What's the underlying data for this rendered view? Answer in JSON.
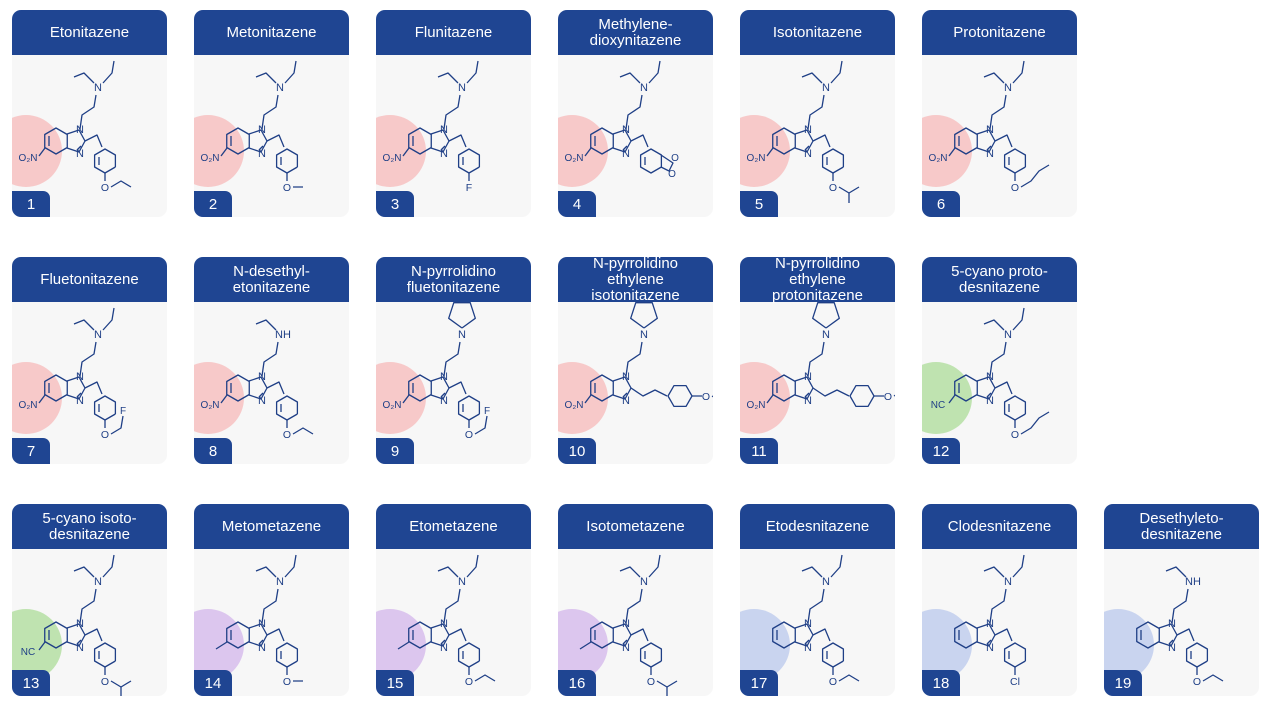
{
  "colors": {
    "header_bg": "#1f4592",
    "card_bg": "#f7f7f7",
    "highlight_nitro": "#f7c9c9",
    "highlight_cyano": "#bfe3b0",
    "highlight_methyl": "#dcc6ee",
    "highlight_none": "#c9d4ef",
    "bond": "#1f3f86"
  },
  "cards": [
    {
      "number": "1",
      "name": [
        "Etonitazene"
      ],
      "substituent": "O₂N",
      "highlight": "nitro",
      "amine": "diethyl",
      "linker": "CH2",
      "para": "OEt"
    },
    {
      "number": "2",
      "name": [
        "Metonitazene"
      ],
      "substituent": "O₂N",
      "highlight": "nitro",
      "amine": "diethyl",
      "linker": "CH2",
      "para": "OMe"
    },
    {
      "number": "3",
      "name": [
        "Flunitazene"
      ],
      "substituent": "O₂N",
      "highlight": "nitro",
      "amine": "diethyl",
      "linker": "CH2",
      "para": "F"
    },
    {
      "number": "4",
      "name": [
        "Methylene-",
        "dioxynitazene"
      ],
      "substituent": "O₂N",
      "highlight": "nitro",
      "amine": "diethyl",
      "linker": "CH2",
      "para": "methylenedioxy"
    },
    {
      "number": "5",
      "name": [
        "Isotonitazene"
      ],
      "substituent": "O₂N",
      "highlight": "nitro",
      "amine": "diethyl",
      "linker": "CH2",
      "para": "OiPr"
    },
    {
      "number": "6",
      "name": [
        "Protonitazene"
      ],
      "substituent": "O₂N",
      "highlight": "nitro",
      "amine": "diethyl",
      "linker": "CH2",
      "para": "OPr"
    },
    {
      "number": "7",
      "name": [
        "Fluetonitazene"
      ],
      "substituent": "O₂N",
      "highlight": "nitro",
      "amine": "diethyl",
      "linker": "CH2",
      "para": "OCH2CH2F"
    },
    {
      "number": "8",
      "name": [
        "N-desethyl-",
        "etonitazene"
      ],
      "substituent": "O₂N",
      "highlight": "nitro",
      "amine": "ethylamino",
      "linker": "CH2",
      "para": "OEt"
    },
    {
      "number": "9",
      "name": [
        "N-pyrrolidino",
        "fluetonitazene"
      ],
      "substituent": "O₂N",
      "highlight": "nitro",
      "amine": "pyrrolidine",
      "linker": "CH2",
      "para": "OCH2CH2F"
    },
    {
      "number": "10",
      "name": [
        "N-pyrrolidino ethylene",
        "isotonitazene"
      ],
      "substituent": "O₂N",
      "highlight": "nitro",
      "amine": "pyrrolidine",
      "linker": "CH2CH2",
      "para": "OiPr"
    },
    {
      "number": "11",
      "name": [
        "N-pyrrolidino ethylene",
        "protonitazene"
      ],
      "substituent": "O₂N",
      "highlight": "nitro",
      "amine": "pyrrolidine",
      "linker": "CH2CH2",
      "para": "OPr"
    },
    {
      "number": "12",
      "name": [
        "5-cyano proto-",
        "desnitazene"
      ],
      "substituent": "NC",
      "highlight": "cyano",
      "amine": "diethyl",
      "linker": "CH2",
      "para": "OPr"
    },
    {
      "number": "13",
      "name": [
        "5-cyano isoto-",
        "desnitazene"
      ],
      "substituent": "NC",
      "highlight": "cyano",
      "amine": "diethyl",
      "linker": "CH2",
      "para": "OiPr"
    },
    {
      "number": "14",
      "name": [
        "Metometazene"
      ],
      "substituent": "",
      "highlight": "methyl",
      "amine": "diethyl",
      "linker": "CH2",
      "para": "OMe"
    },
    {
      "number": "15",
      "name": [
        "Etometazene"
      ],
      "substituent": "",
      "highlight": "methyl",
      "amine": "diethyl",
      "linker": "CH2",
      "para": "OEt"
    },
    {
      "number": "16",
      "name": [
        "Isotometazene"
      ],
      "substituent": "",
      "highlight": "methyl",
      "amine": "diethyl",
      "linker": "CH2",
      "para": "OiPr"
    },
    {
      "number": "17",
      "name": [
        "Etodesnitazene"
      ],
      "substituent": "",
      "highlight": "none",
      "amine": "diethyl",
      "linker": "CH2",
      "para": "OEt"
    },
    {
      "number": "18",
      "name": [
        "Clodesnitazene"
      ],
      "substituent": "",
      "highlight": "none",
      "amine": "diethyl",
      "linker": "CH2",
      "para": "Cl"
    },
    {
      "number": "19",
      "name": [
        "Desethyleto-",
        "desnitazene"
      ],
      "substituent": "",
      "highlight": "none",
      "amine": "ethylamino",
      "linker": "CH2",
      "para": "OEt"
    }
  ]
}
